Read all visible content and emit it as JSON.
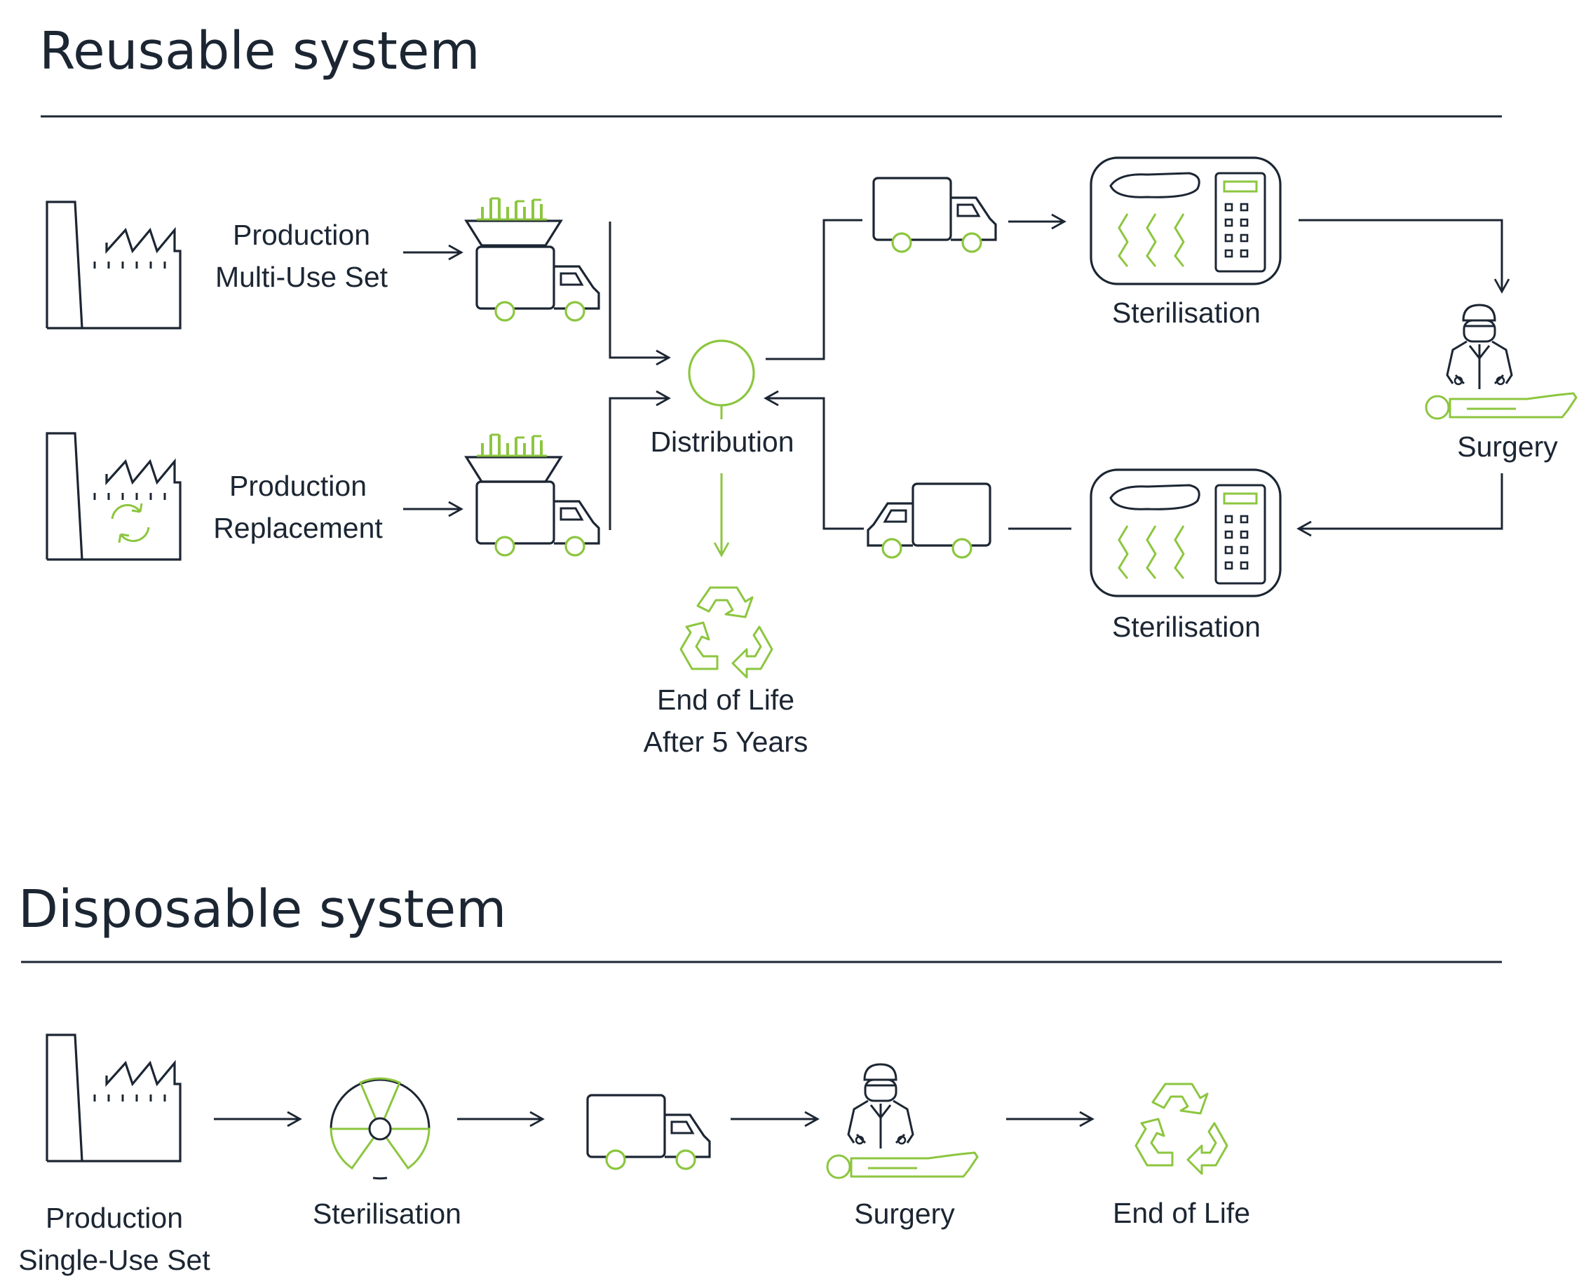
{
  "colors": {
    "ink": "#1c2633",
    "accent": "#8cc63f",
    "background": "#ffffff"
  },
  "reusable": {
    "title": "Reusable system",
    "production_multi": {
      "line1": "Production",
      "line2": "Multi-Use Set",
      "icon": "factory-icon"
    },
    "production_replacement": {
      "line1": "Production",
      "line2": "Replacement",
      "icon": "factory-recycle-icon"
    },
    "distribution": {
      "label": "Distribution",
      "icon": "circle-node-icon"
    },
    "end_of_life": {
      "line1": "End of Life",
      "line2": "After 5 Years",
      "icon": "recycle-icon"
    },
    "sterilisation_top": {
      "label": "Sterilisation",
      "icon": "autoclave-icon"
    },
    "sterilisation_bottom": {
      "label": "Sterilisation",
      "icon": "autoclave-icon"
    },
    "surgery": {
      "label": "Surgery",
      "icon": "surgeon-patient-icon"
    }
  },
  "disposable": {
    "title": "Disposable system",
    "production": {
      "line1": "Production",
      "line2": "Single-Use Set",
      "icon": "factory-icon"
    },
    "sterilisation": {
      "label": "Sterilisation",
      "icon": "radiation-icon"
    },
    "transport": {
      "icon": "truck-icon"
    },
    "surgery": {
      "label": "Surgery",
      "icon": "surgeon-patient-icon"
    },
    "end_of_life": {
      "label": "End of Life",
      "icon": "recycle-icon"
    }
  }
}
